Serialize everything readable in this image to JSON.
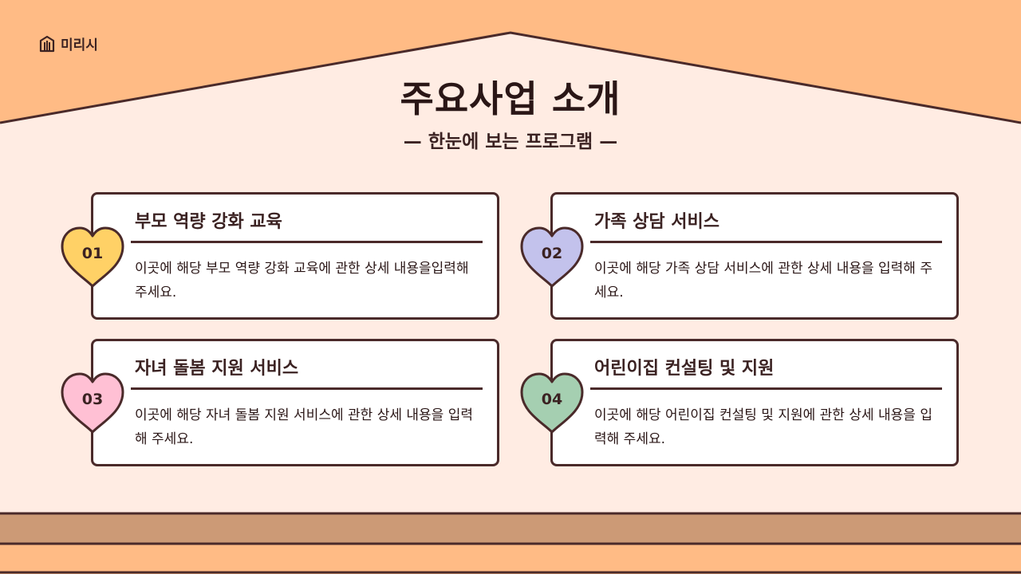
{
  "logo": {
    "text": "미리시",
    "icon": "building-icon"
  },
  "title": "주요사업 소개",
  "subtitle": "— 한눈에 보는 프로그램 —",
  "colors": {
    "roof": "#ffbb85",
    "background": "#ffece3",
    "outline": "#4a2a2a",
    "floor_band": "#cc9a76",
    "floor_bottom": "#ffbb85"
  },
  "programs": [
    {
      "number": "01",
      "title": "부모 역량 강화 교육",
      "description": "이곳에 해당 부모 역량 강화 교육에 관한 상세 내용을입력해 주세요.",
      "heart_color": "#ffd166"
    },
    {
      "number": "02",
      "title": "가족 상담 서비스",
      "description": "이곳에 해당 가족 상담 서비스에 관한 상세 내용을 입력해 주세요.",
      "heart_color": "#c3c2ec"
    },
    {
      "number": "03",
      "title": "자녀 돌봄 지원 서비스",
      "description": "이곳에 해당 자녀 돌봄 지원 서비스에 관한 상세 내용을 입력해 주세요.",
      "heart_color": "#ffc0d4"
    },
    {
      "number": "04",
      "title": "어린이집 컨설팅 및 지원",
      "description": "이곳에 해당 어린이집 컨설팅 및 지원에 관한 상세 내용을 입력해 주세요.",
      "heart_color": "#a5cfb1"
    }
  ]
}
